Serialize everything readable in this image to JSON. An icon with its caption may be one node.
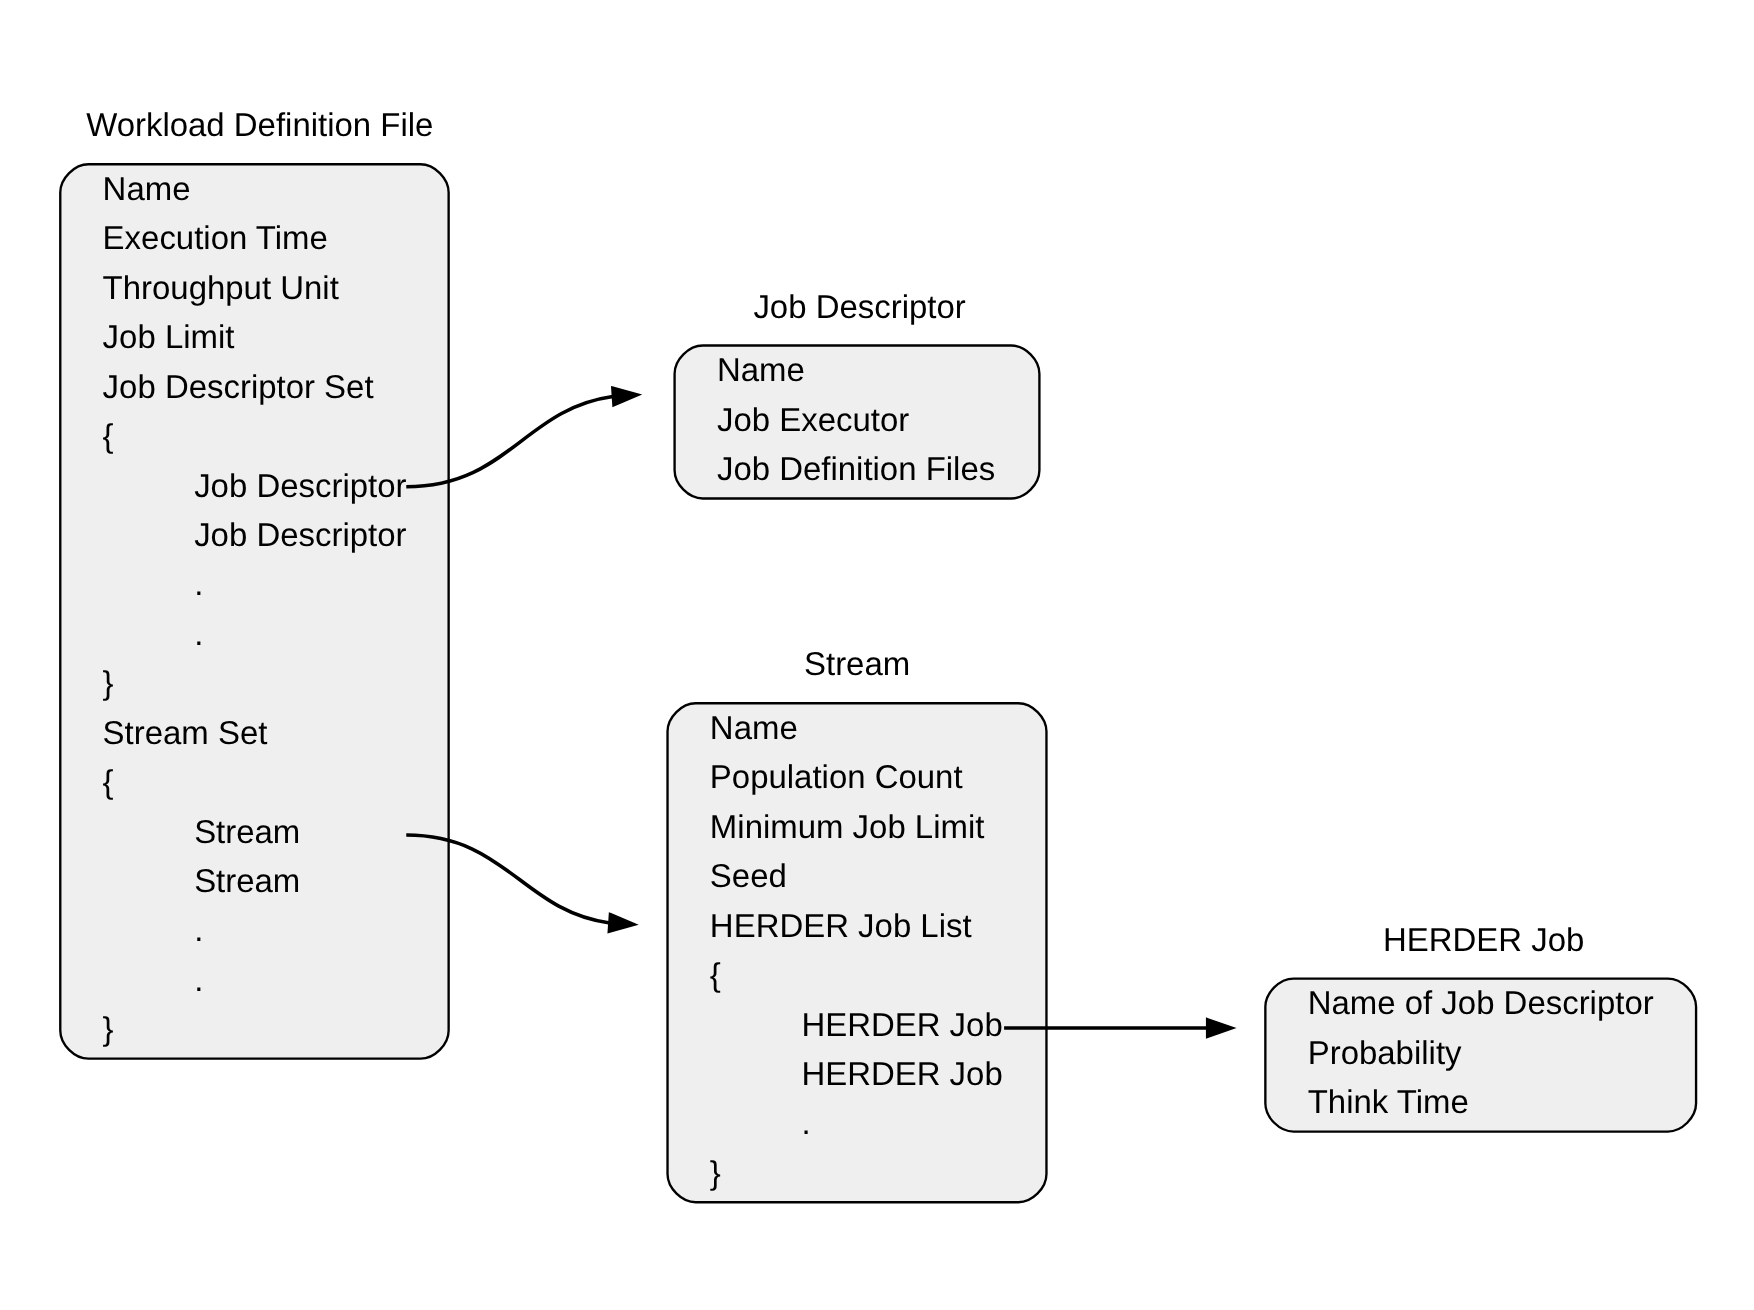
{
  "diagram": {
    "nodes": [
      {
        "text": [
          "Workload Definition File",
          "Name",
          "Execution Time",
          "Throughput Unit",
          "Job Limit",
          "Job Descriptor Set",
          "{",
          "Job Descriptor",
          "Job Descriptor",
          ".",
          ".",
          "}",
          "Stream Set",
          "{",
          "Stream",
          "Stream",
          ".",
          ".",
          "}"
        ]
      },
      {
        "text": [
          "Job Descriptor",
          "Name",
          "Job Executor",
          "Job Definition Files"
        ]
      },
      {
        "text": [
          "Stream",
          "Name",
          "Population Count",
          "Minimum Job Limit",
          "Seed",
          "HERDER Job List",
          "{",
          "HERDER Job",
          "HERDER Job",
          ".",
          "}"
        ]
      },
      {
        "text": [
          "HERDER Job",
          "Name of Job Descriptor",
          "Probability",
          "Think Time"
        ]
      }
    ],
    "edges": [
      {
        "from": 0,
        "to": 1,
        "arrow": "to"
      },
      {
        "from": 0,
        "to": 2,
        "arrow": "to"
      },
      {
        "from": 2,
        "to": 3,
        "arrow": "to"
      }
    ]
  }
}
